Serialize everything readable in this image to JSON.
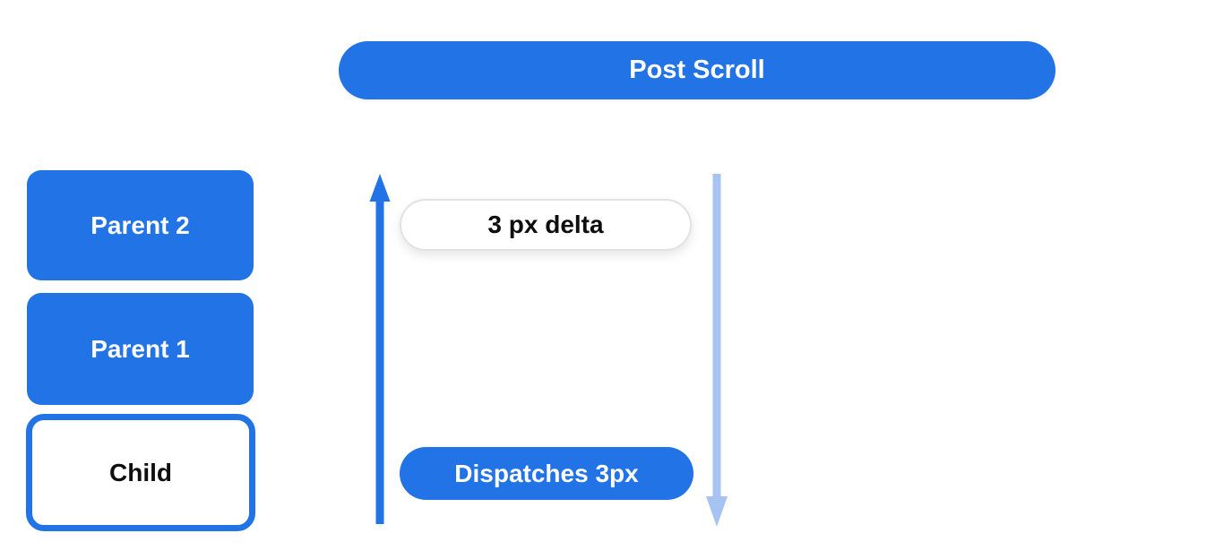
{
  "banner": {
    "label": "Post Scroll"
  },
  "stack": {
    "boxes": [
      {
        "label": "Parent 2",
        "type": "parent"
      },
      {
        "label": "Parent 1",
        "type": "parent"
      },
      {
        "label": "Child",
        "type": "child"
      }
    ]
  },
  "flow": {
    "delta_pill_label": "3 px delta",
    "dispatch_pill_label": "Dispatches 3px",
    "up_arrow_icon": "upward-arrow",
    "down_arrow_icon": "downward-arrow"
  },
  "colors": {
    "primary_blue": "#2273e6",
    "light_blue": "#a6c3f2",
    "pill_border": "#e2e2e2",
    "text_dark": "#0e0e0e",
    "text_light": "#ffffff",
    "background": "#ffffff"
  }
}
